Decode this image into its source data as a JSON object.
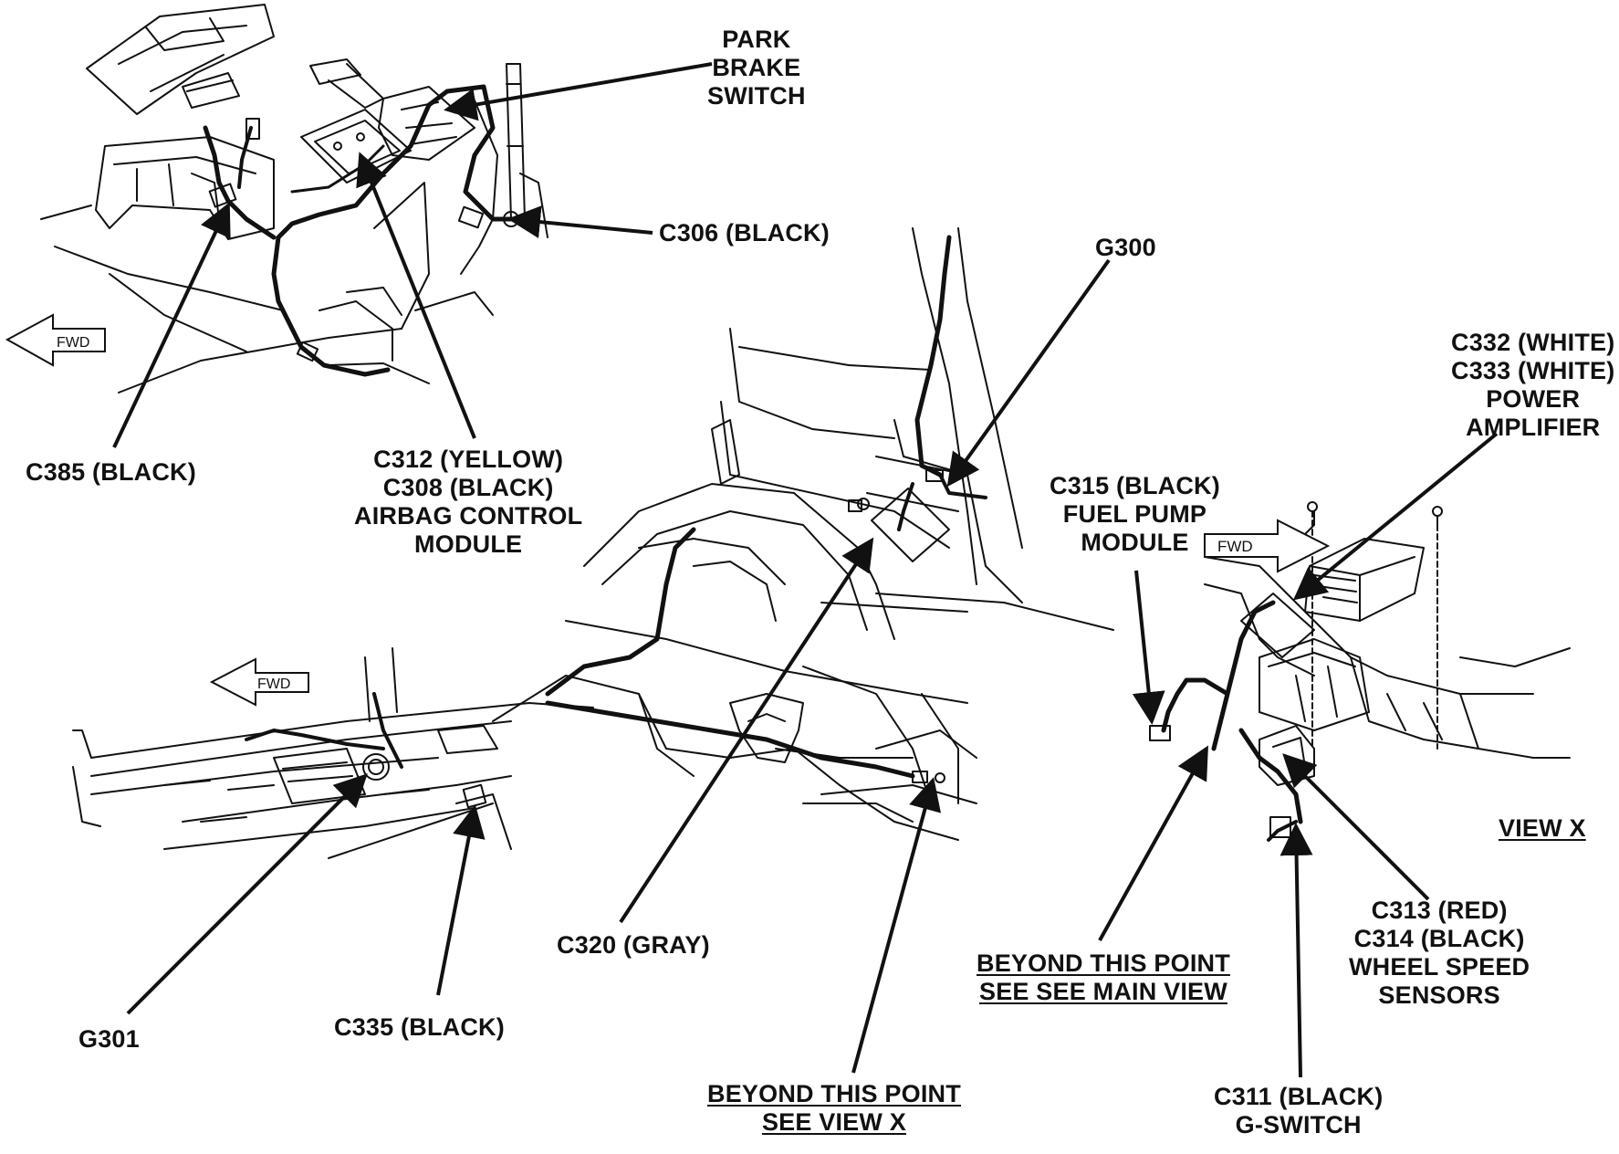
{
  "labels": {
    "park_brake_switch": [
      "PARK",
      "BRAKE",
      "SWITCH"
    ],
    "c306": "C306 (BLACK)",
    "g300": "G300",
    "c332_c333_power_amplifier": [
      "C332 (WHITE)",
      "C333 (WHITE)",
      "POWER",
      "AMPLIFIER"
    ],
    "c385": "C385 (BLACK)",
    "c312_c308_airbag": [
      "C312 (YELLOW)",
      "C308 (BLACK)",
      "AIRBAG CONTROL",
      "MODULE"
    ],
    "c315_fuel_pump": [
      "C315 (BLACK)",
      "FUEL PUMP",
      "MODULE"
    ],
    "view_x": "VIEW X",
    "c313_c314_wheel_speed": [
      "C313 (RED)",
      "C314 (BLACK)",
      "WHEEL SPEED",
      "SENSORS"
    ],
    "c320": "C320 (GRAY)",
    "beyond_main_view": [
      "BEYOND THIS POINT",
      "SEE SEE MAIN VIEW"
    ],
    "g301": "G301",
    "c335": "C335 (BLACK)",
    "beyond_view_x": [
      "BEYOND THIS POINT",
      "SEE VIEW X"
    ],
    "c311_g_switch": [
      "C311 (BLACK)",
      "G-SWITCH"
    ]
  },
  "fwd_arrows": {
    "text": "FWD"
  },
  "colors": {
    "ink": "#111111",
    "background": "#ffffff"
  }
}
